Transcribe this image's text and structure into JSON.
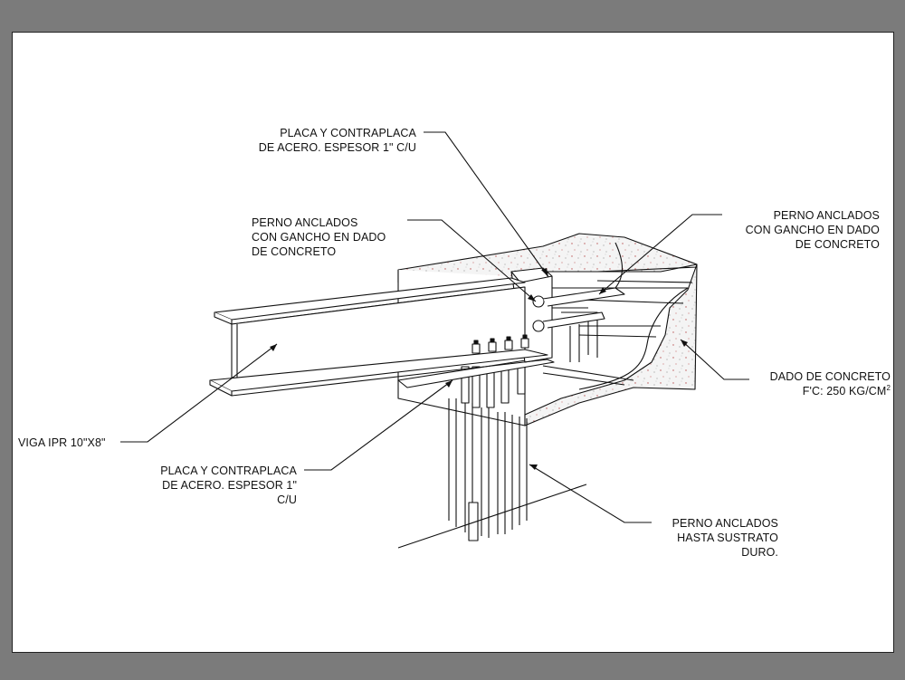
{
  "labels": {
    "plate_top": {
      "line1": "PLACA Y CONTRAPLACA",
      "line2": "DE ACERO. ESPESOR 1\"  C/U"
    },
    "bolt_left": {
      "line1": "PERNO ANCLADOS",
      "line2": "CON GANCHO EN DADO",
      "line3": "DE CONCRETO"
    },
    "bolt_right": {
      "line1": "PERNO ANCLADOS",
      "line2": "CON GANCHO EN DADO",
      "line3": "DE CONCRETO"
    },
    "concrete_die": {
      "line1": "DADO DE CONCRETO",
      "line2": "F'C: 250 KG/CM",
      "sup": "2"
    },
    "beam": {
      "line1": "VIGA IPR  10\"X8\""
    },
    "plate_bottom": {
      "line1": "PLACA Y CONTRAPLACA",
      "line2": "DE ACERO. ESPESOR 1\"",
      "line3": "C/U"
    },
    "bolt_bottom": {
      "line1": "PERNO ANCLADOS",
      "line2": "HASTA SUSTRATO",
      "line3": "DURO."
    }
  },
  "colors": {
    "background": "#7b7b7b",
    "sheet": "#ffffff",
    "lines": "#111111",
    "concrete_speckle": "#c87070"
  }
}
